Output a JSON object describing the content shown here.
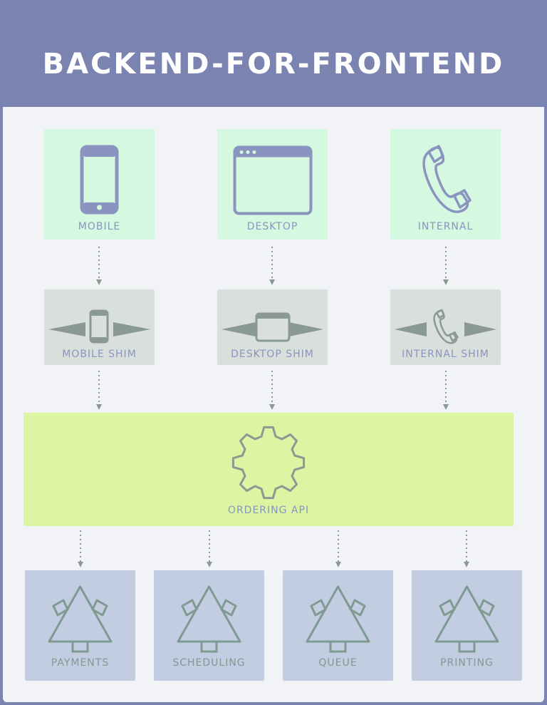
{
  "title": "BACKEND-FOR-FRONTEND",
  "clients": [
    {
      "label": "MOBILE",
      "icon": "mobile-phone-icon"
    },
    {
      "label": "DESKTOP",
      "icon": "browser-window-icon"
    },
    {
      "label": "INTERNAL",
      "icon": "telephone-icon"
    }
  ],
  "shims": [
    {
      "label": "MOBILE SHIM",
      "icon": "mobile-phone-icon"
    },
    {
      "label": "DESKTOP SHIM",
      "icon": "browser-window-icon"
    },
    {
      "label": "INTERNAL SHIM",
      "icon": "telephone-icon"
    }
  ],
  "api": {
    "label": "ORDERING API",
    "icon": "gear-icon"
  },
  "services": [
    {
      "label": "PAYMENTS",
      "icon": "tree-icon"
    },
    {
      "label": "SCHEDULING",
      "icon": "tree-icon"
    },
    {
      "label": "QUEUE",
      "icon": "tree-icon"
    },
    {
      "label": "PRINTING",
      "icon": "tree-icon"
    }
  ],
  "colors": {
    "header": "#7b83b0",
    "client_box": "#d5f8e0",
    "shim_box": "#d9dfdb",
    "api_box": "#dcf5a3",
    "service_box": "#c2cde2",
    "client_icon": "#8a94bf",
    "service_icon": "#7f9a90",
    "arrow": "#8a9a92"
  }
}
